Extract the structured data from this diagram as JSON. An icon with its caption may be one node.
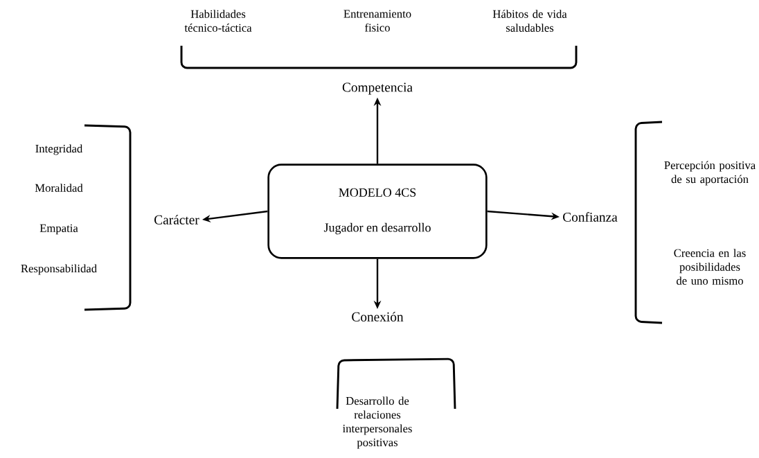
{
  "diagram": {
    "nodes": [
      {
        "text": [
          "MODELO 4CS",
          "Jugador en desarrollo"
        ]
      },
      {
        "text": [
          "Competencia"
        ]
      },
      {
        "text": [
          "Carácter"
        ]
      },
      {
        "text": [
          "Confianza"
        ]
      },
      {
        "text": [
          "Conexión"
        ]
      }
    ],
    "edges": [
      {
        "from": 0,
        "to": 1,
        "arrow": "to"
      },
      {
        "from": 0,
        "to": 2,
        "arrow": "to"
      },
      {
        "from": 0,
        "to": 3,
        "arrow": "to"
      },
      {
        "from": 0,
        "to": 4,
        "arrow": "to"
      }
    ],
    "labels": [
      "Habilidades técnico-táctica",
      "Entrenamiento fisico",
      "Hábitos de vida saludables",
      "Integridad",
      "Moralidad",
      "Empatia",
      "Responsabilidad",
      "Percepción positiva de su aportación",
      "Creencia en las posibilidades de uno mismo",
      "Desarrollo de relaciones interpersonales positivas"
    ]
  }
}
